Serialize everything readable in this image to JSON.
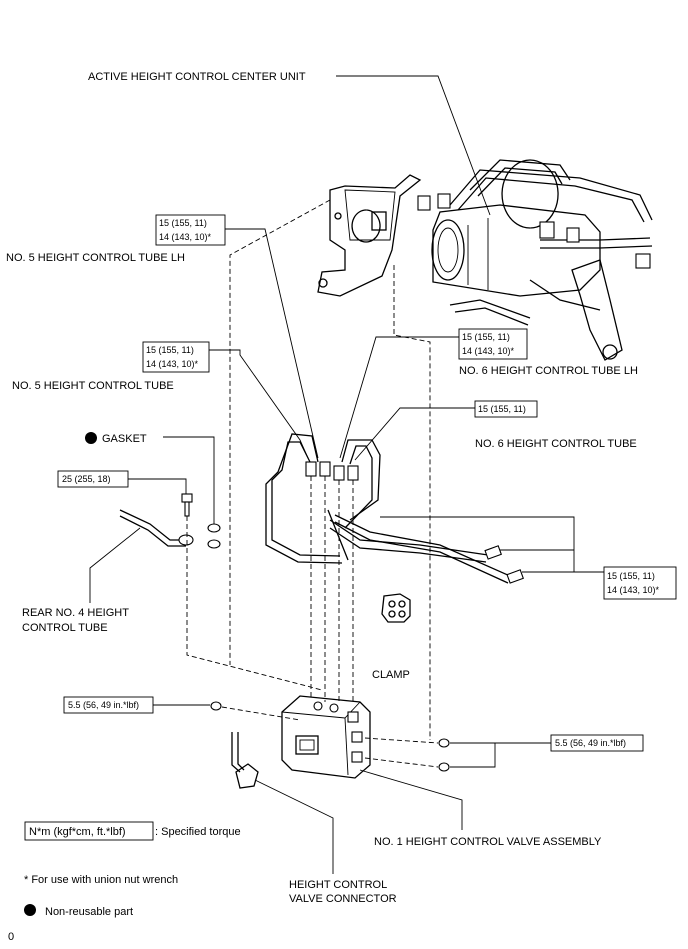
{
  "labels": {
    "center_unit": "ACTIVE HEIGHT CONTROL CENTER UNIT",
    "tube5_lh": "NO. 5 HEIGHT CONTROL TUBE LH",
    "tube5": "NO. 5 HEIGHT CONTROL TUBE",
    "tube6_lh": "NO. 6 HEIGHT CONTROL TUBE LH",
    "tube6": "NO. 6 HEIGHT CONTROL TUBE",
    "gasket": "GASKET",
    "rear_tube_line1": "REAR NO. 4 HEIGHT",
    "rear_tube_line2": "CONTROL TUBE",
    "clamp": "CLAMP",
    "valve_assembly": "NO. 1 HEIGHT CONTROL VALVE ASSEMBLY",
    "connector_line1": "HEIGHT CONTROL",
    "connector_line2": "VALVE CONNECTOR"
  },
  "torques": {
    "t1_a": "15 (155, 11)",
    "t1_b": "14 (143, 10)*",
    "t2_a": "15 (155, 11)",
    "t2_b": "14 (143, 10)*",
    "t3_a": "15 (155, 11)",
    "t3_b": "14 (143, 10)*",
    "t4_a": "15 (155, 11)",
    "t5_a": "25 (255, 18)",
    "t6_a": "15 (155, 11)",
    "t6_b": "14 (143, 10)*",
    "t7_a": "5.5 (56, 49 in.*lbf)",
    "t8_a": "5.5 (56, 49 in.*lbf)"
  },
  "legend": {
    "torque_box": "N*m (kgf*cm, ft.*lbf)",
    "torque_desc": ": Specified torque",
    "union_note": "* For use with union nut wrench",
    "non_reusable": "Non-reusable part"
  },
  "corner_mark": "0"
}
